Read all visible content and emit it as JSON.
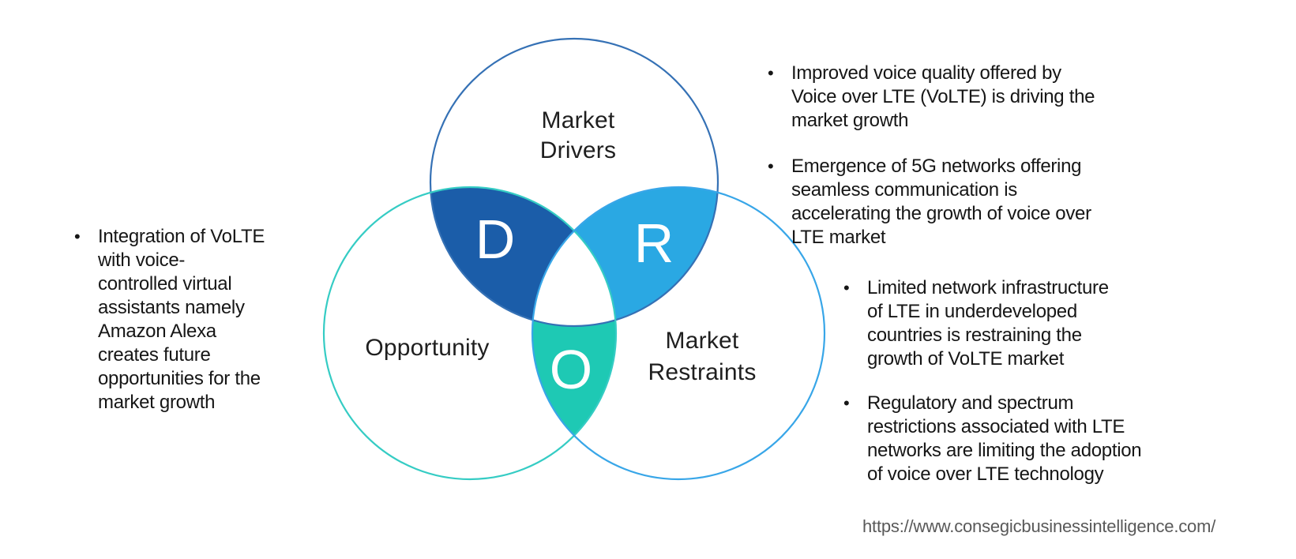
{
  "glyphs": {
    "bullet_char": "•"
  },
  "venn": {
    "labels": {
      "drivers": "Market\nDrivers",
      "opportunity": "Opportunity",
      "restraints": "Market\nRestraints"
    },
    "letters": {
      "d": "D",
      "r": "R",
      "o": "O"
    },
    "colors": {
      "drivers_overlap_fill": "#1b5da9",
      "restraints_overlap_fill": "#2aa8e3",
      "opportunity_overlap_fill": "#1ec9b4",
      "drivers_circle_stroke": "#3571b5",
      "opportunity_circle_stroke": "#35ccc4",
      "restraints_circle_stroke": "#38a6e8",
      "label_text": "#1f1f1f",
      "letter_text": "#ffffff"
    }
  },
  "left_panel": {
    "bullets": [
      {
        "text": "Integration of VoLTE\nwith voice-\ncontrolled virtual\nassistants namely\nAmazon Alexa\ncreates future\nopportunities for the\nmarket growth"
      }
    ]
  },
  "right_panel": {
    "driver_bullets": [
      {
        "text": "Improved voice quality offered by\nVoice over LTE (VoLTE) is driving the\nmarket growth"
      },
      {
        "text": "Emergence of 5G networks offering\nseamless communication is\naccelerating the growth of voice over\nLTE market"
      }
    ],
    "restraint_bullets": [
      {
        "text": "Limited network infrastructure\nof LTE in underdeveloped\ncountries is restraining the\ngrowth of VoLTE market"
      },
      {
        "text": "Regulatory and spectrum\nrestrictions associated with LTE\nnetworks are limiting the adoption\nof voice over LTE technology"
      }
    ]
  },
  "footer": {
    "source_url": "https://www.consegicbusinessintelligence.com/"
  }
}
